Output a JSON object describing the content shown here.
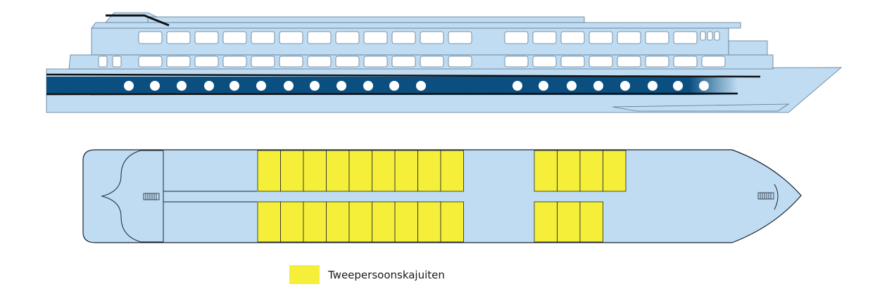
{
  "deck_plan": {
    "upper_deck_cabins_per_row": 9,
    "lower_deck_cabins_top_row": 4,
    "lower_deck_cabins_bottom_row": 3
  },
  "legend": {
    "items": [
      {
        "label": "Tweepersoonskajuiten",
        "color": "#f5ef3a"
      }
    ]
  },
  "colors": {
    "hull": "#bfdcf2",
    "stripe": "#0b4f80",
    "cabin": "#f5ef3a",
    "outline": "#1b2430"
  }
}
